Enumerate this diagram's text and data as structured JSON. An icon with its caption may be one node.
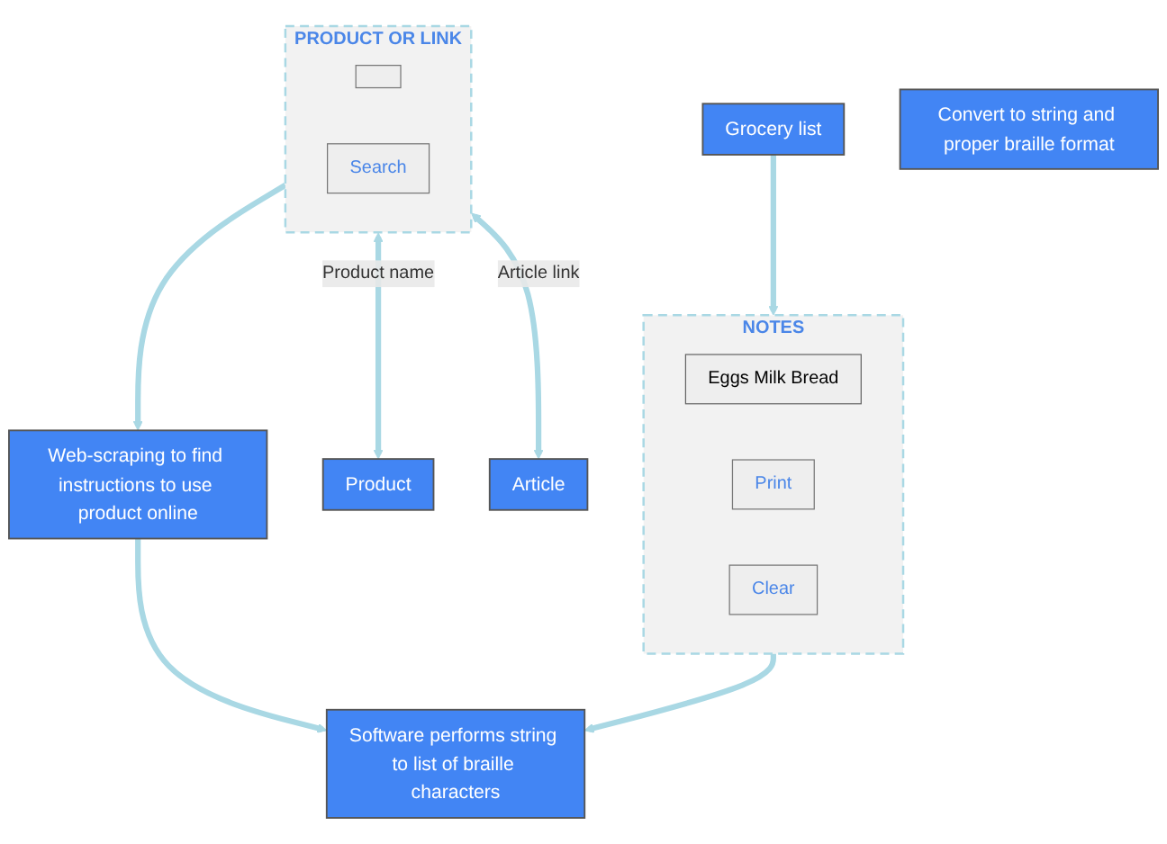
{
  "diagram": {
    "nodes": [
      {
        "text": [
          "Grocery list"
        ]
      },
      {
        "text": [
          "Product"
        ]
      },
      {
        "text": [
          "Article"
        ]
      },
      {
        "text": [
          "NOTES"
        ]
      },
      {
        "text": [
          "Eggs Milk Bread"
        ],
        "in": 3
      },
      {
        "text": [
          "Print"
        ],
        "in": 3
      },
      {
        "text": [
          "Clear"
        ],
        "in": 3
      },
      {
        "text": [
          "PRODUCT OR LINK"
        ]
      },
      {
        "text": [],
        "shape": "box",
        "in": 7
      },
      {
        "text": [
          "Search"
        ],
        "in": 7
      },
      {
        "text": [
          "Web-scraping to find instructions to use product online"
        ]
      },
      {
        "text": [
          "Convert to string and proper braille format"
        ]
      },
      {
        "text": [
          "Software performs string to list of braille characters"
        ]
      }
    ],
    "edges": [
      {
        "from": 0,
        "to": 3,
        "arrow": "to"
      },
      {
        "from": 7,
        "to": 1,
        "arrow": "both",
        "label": "Product name"
      },
      {
        "from": 7,
        "to": 2,
        "arrow": "both",
        "label": "Article link"
      },
      {
        "from": 7,
        "to": 10,
        "arrow": "to"
      },
      {
        "from": 3,
        "to": 12,
        "arrow": "to"
      },
      {
        "from": 10,
        "to": 12,
        "arrow": "to"
      }
    ]
  }
}
